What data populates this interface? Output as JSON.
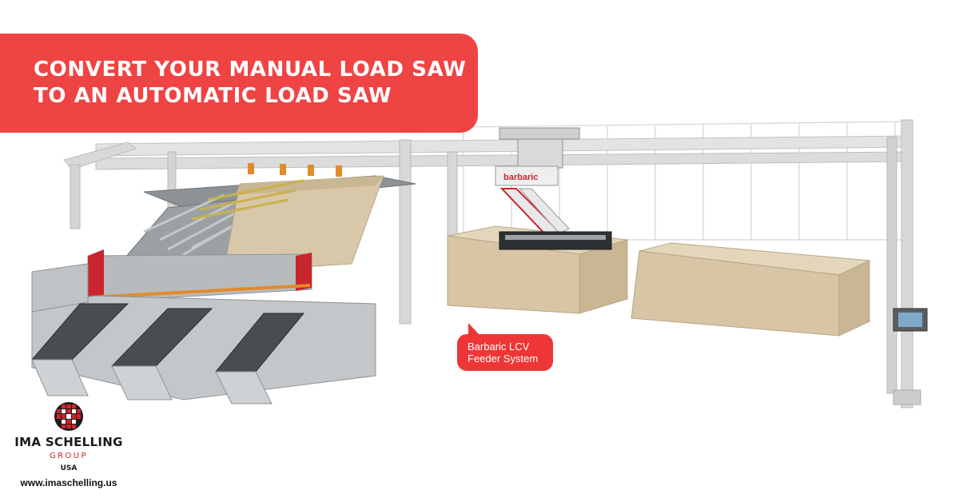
{
  "banner": {
    "line1": "CONVERT YOUR MANUAL LOAD SAW",
    "line2": "TO AN AUTOMATIC LOAD SAW"
  },
  "callout": {
    "line1": "Barbaric LCV",
    "line2": "Feeder System"
  },
  "robot": {
    "brand_text": "barbaric"
  },
  "logo": {
    "name": "IMA SCHELLING",
    "group": "GROUP",
    "country": "USA",
    "url": "www.imaschelling.us"
  },
  "colors": {
    "accent_red": "#ee3636",
    "saw_red": "#c8262c",
    "board": "#d8c7a9",
    "frame": "#dcdcdc"
  }
}
